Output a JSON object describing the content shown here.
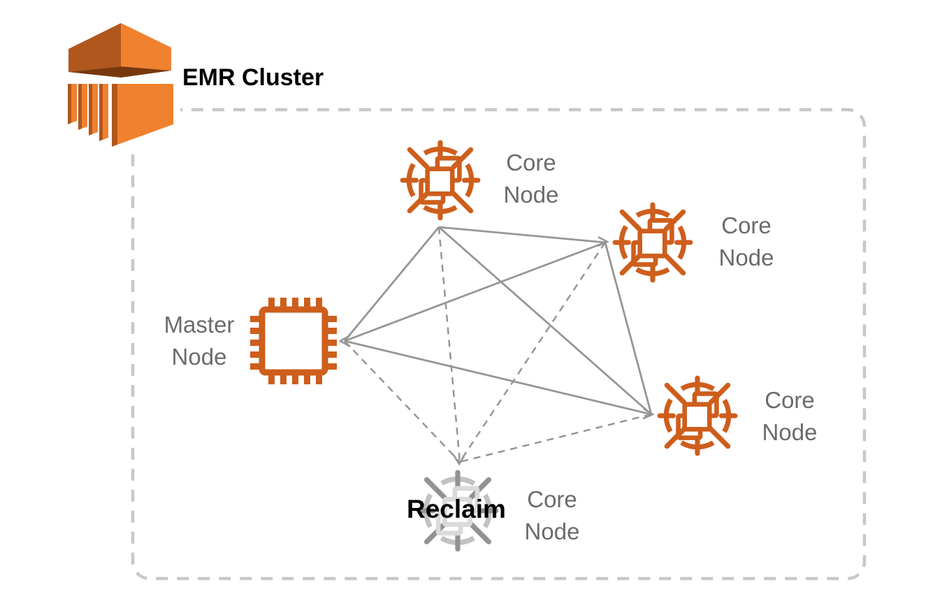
{
  "title": "EMR Cluster",
  "nodes": [
    {
      "id": "master",
      "label": "Master Node",
      "role": "master",
      "state": "active"
    },
    {
      "id": "core-top",
      "label": "Core Node",
      "role": "core",
      "state": "active"
    },
    {
      "id": "core-right-upper",
      "label": "Core Node",
      "role": "core",
      "state": "active"
    },
    {
      "id": "core-right-lower",
      "label": "Core Node",
      "role": "core",
      "state": "active"
    },
    {
      "id": "core-bottom",
      "label": "Core Node",
      "role": "core",
      "state": "reclaiming",
      "badge": "Reclaim"
    }
  ],
  "edges": {
    "solid": [
      [
        "master",
        "core-top"
      ],
      [
        "master",
        "core-right-upper"
      ],
      [
        "master",
        "core-right-lower"
      ],
      [
        "core-top",
        "core-right-upper"
      ],
      [
        "core-top",
        "core-right-lower"
      ],
      [
        "core-right-upper",
        "core-right-lower"
      ]
    ],
    "dashed": [
      [
        "master",
        "core-bottom"
      ],
      [
        "core-top",
        "core-bottom"
      ],
      [
        "core-right-upper",
        "core-bottom"
      ],
      [
        "core-right-lower",
        "core-bottom"
      ]
    ]
  },
  "colors": {
    "icon_orange": "#CE5E1C",
    "logo_light_orange": "#F0812F",
    "logo_dark_orange": "#B0571E",
    "logo_underside": "#78380E",
    "line_gray": "#969696",
    "border_gray": "#C8C8C8",
    "label_gray": "#6B6B6B",
    "title_black": "#000000"
  }
}
